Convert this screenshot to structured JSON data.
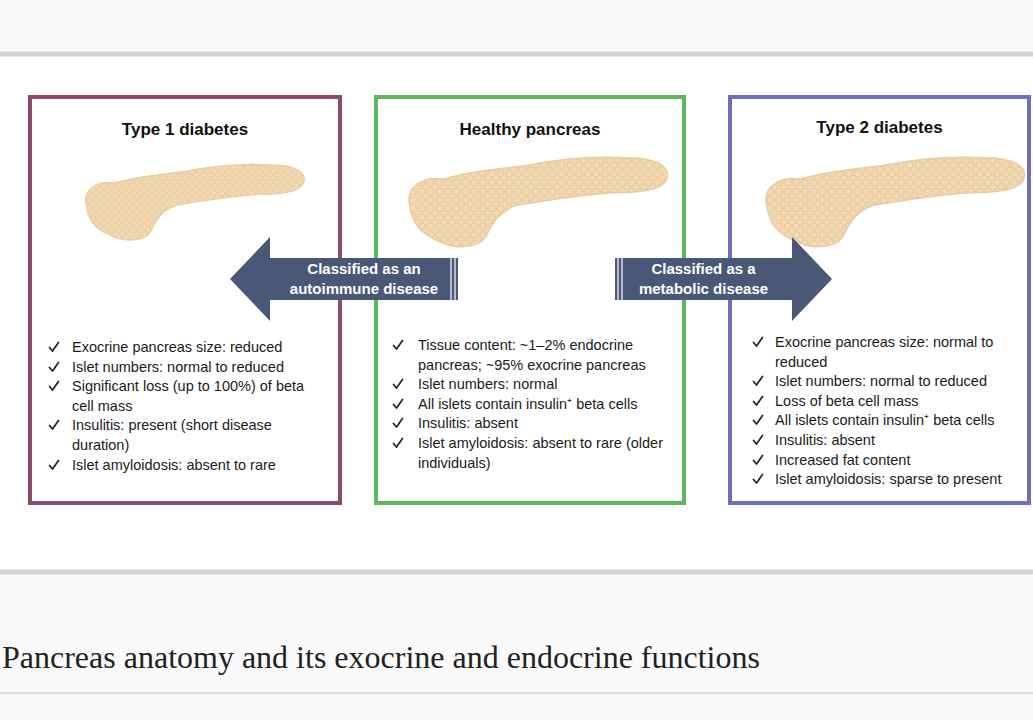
{
  "diagram": {
    "caption": "Pancreas anatomy and its exocrine and endocrine functions",
    "nodes": [
      {
        "text": [
          "Type 1 diabetes",
          "Exocrine pancreas size: reduced",
          "Islet numbers: normal to reduced",
          "Significant loss (up to 100%) of beta cell mass",
          "Insulitis: present (short disease duration)",
          "Islet amyloidosis: absent to rare"
        ]
      },
      {
        "text": [
          "Healthy pancreas",
          "Tissue content: ~1–2% endocrine pancreas; ~95% exocrine pancreas",
          "Islet numbers: normal",
          "All islets contain insulin⁺ beta cells",
          "Insulitis: absent",
          "Islet amyloidosis: absent to rare (older individuals)"
        ]
      },
      {
        "text": [
          "Type 2 diabetes",
          "Exocrine pancreas size: normal to reduced",
          "Islet numbers: normal to reduced",
          "Loss of beta cell mass",
          "All islets contain insulin⁺ beta cells",
          "Insulitis: absent",
          "Increased fat content",
          "Islet amyloidosis: sparse to present"
        ]
      }
    ],
    "edges": [
      {
        "from": 1,
        "to": 0,
        "arrow": "to",
        "label": "Classified as an autoimmune disease"
      },
      {
        "from": 1,
        "to": 2,
        "arrow": "to",
        "label": "Classified as a metabolic disease"
      }
    ]
  }
}
